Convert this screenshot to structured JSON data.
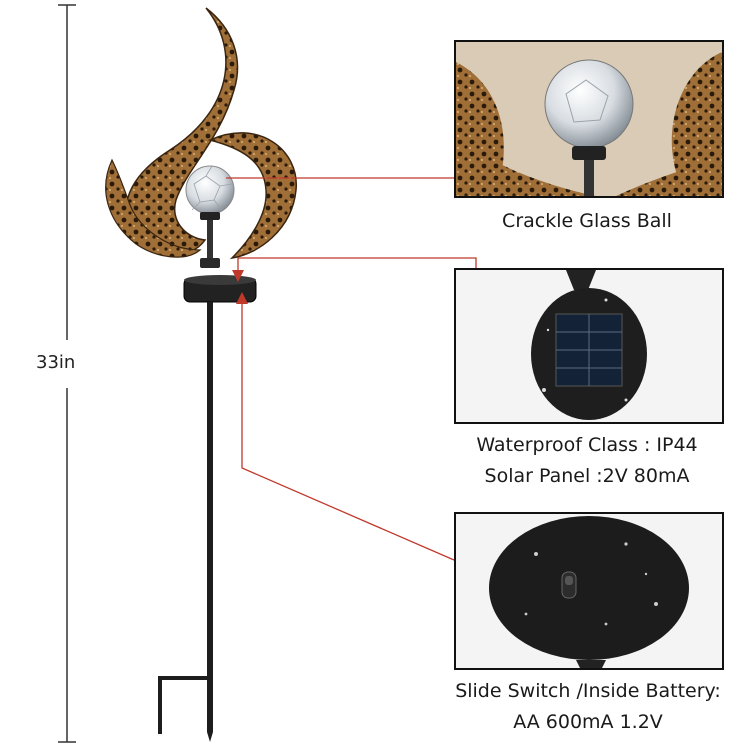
{
  "height_label": "33in",
  "callouts": [
    {
      "id": "glass-ball",
      "lines": [
        "Crackle Glass Ball"
      ]
    },
    {
      "id": "solar-panel",
      "lines": [
        "Waterproof Class : IP44",
        "Solar Panel :2V 80mA"
      ]
    },
    {
      "id": "switch-battery",
      "lines": [
        "Slide Switch /Inside  Battery:",
        "AA 600mA 1.2V"
      ]
    }
  ],
  "colors": {
    "leader_line": "#c0392b",
    "bronze": "#9a6a34",
    "bronze_dark": "#3a2510",
    "stake": "#1d1d1d",
    "frame": "#111111"
  }
}
